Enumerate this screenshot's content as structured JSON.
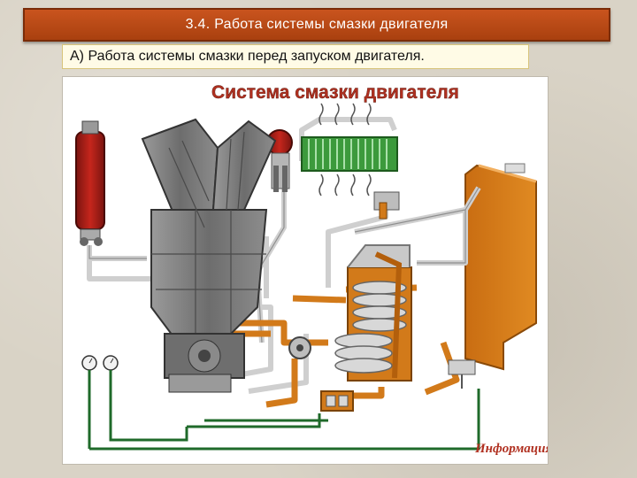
{
  "header": {
    "title": "3.4. Работа системы смазки двигателя",
    "subtitle": "А) Работа системы смазки перед запуском двигателя."
  },
  "diagram": {
    "title": "Система смазки двигателя",
    "info_label": "Информация",
    "colors": {
      "oil_orange": "#d27a1a",
      "oil_dark": "#b35f0c",
      "radiator_green": "#3c9a3c",
      "filter_red": "#b0221a",
      "engine_gray": "#7a7a7a",
      "pipe_gray": "#cfcfcf",
      "gauge_line_green": "#1f6a2a",
      "title_red": "#b03020"
    }
  }
}
